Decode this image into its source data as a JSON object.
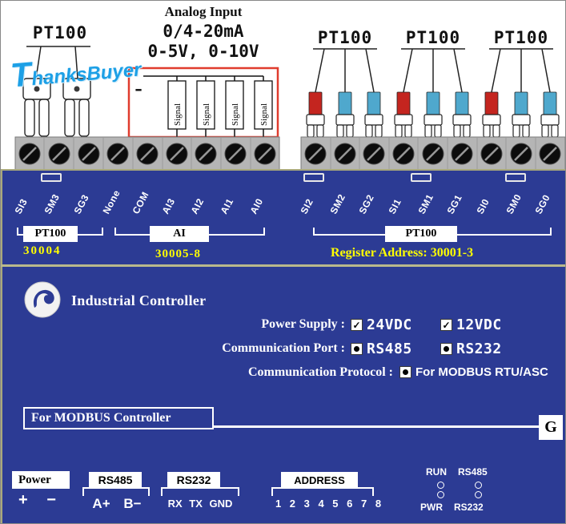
{
  "watermark": "ThanksBuyer",
  "top": {
    "pt100_left": "PT100",
    "pt100_right": [
      "PT100",
      "PT100",
      "PT100"
    ],
    "analog": {
      "title": "Analog Input",
      "range1": "0/4-20mA",
      "range2": "0-5V, 0-10V",
      "minus": "-",
      "signals": [
        "Signal",
        "Signal",
        "Signal",
        "Signal"
      ]
    }
  },
  "terminals": {
    "left": [
      "SI3",
      "SM3",
      "SG3"
    ],
    "center": [
      "None",
      "COM",
      "AI3",
      "AI2",
      "AI1",
      "AI0"
    ],
    "right": [
      "SI2",
      "SM2",
      "SG2",
      "SI1",
      "SM1",
      "SG1",
      "SI0",
      "SM0",
      "SG0"
    ],
    "box_left": "PT100",
    "box_center": "AI",
    "box_right": "PT100",
    "reg_left": "30004",
    "reg_center": "30005-8",
    "reg_right": "Register Address: 30001-3"
  },
  "controller": {
    "name": "Industrial Controller",
    "power_label": "Power Supply :",
    "power_opt1": "24VDC",
    "power_opt2": "12VDC",
    "port_label": "Communication Port :",
    "port_opt1": "RS485",
    "port_opt2": "RS232",
    "protocol_label": "Communication Protocol :",
    "protocol_opt": "For MODBUS RTU/ASC",
    "modbus_box": "For MODBUS Controller",
    "corner_letter": "G"
  },
  "io": {
    "power_label": "Power",
    "power_pins": "+ −",
    "rs485_label": "RS485",
    "rs485_pins": "A+ B−",
    "rs232_label": "RS232",
    "rs232_pins": "RX TX GND",
    "address_label": "ADDRESS",
    "address_pins": "1 2 3 4 5 6 7 8",
    "led_run": "RUN",
    "led_rs485": "RS485",
    "led_pwr": "PWR",
    "led_rs232": "RS232"
  },
  "colors": {
    "background_navy": "#2c3b94",
    "accent_yellow": "#ffff00",
    "red_outline": "#e03c2e",
    "terminal_strip_gray": "#b5b5b5",
    "crimp_red": "#c4251f",
    "crimp_blue": "#4fa8cd",
    "watermark_blue": "#1da0e6"
  }
}
